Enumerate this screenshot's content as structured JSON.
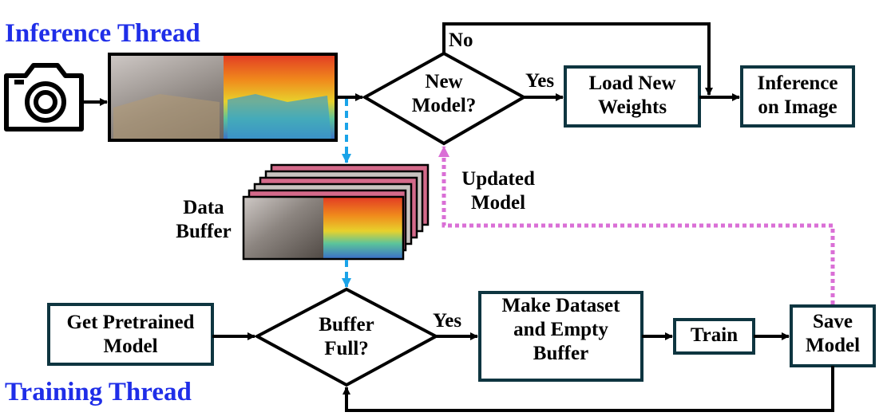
{
  "titles": {
    "inference": "Inference Thread",
    "training": "Training Thread"
  },
  "nodes": {
    "new_model": "New\nModel?",
    "load_weights": "Load New\nWeights",
    "inference_image": "Inference\non Image",
    "data_buffer": "Data\nBuffer",
    "get_pretrained": "Get Pretrained\nModel",
    "buffer_full": "Buffer\nFull?",
    "make_dataset": "Make Dataset\nand Empty\nBuffer",
    "train": "Train",
    "save_model": "Save\nModel"
  },
  "edges": {
    "no": "No",
    "yes_new_model": "Yes",
    "yes_buffer": "Yes",
    "updated_model": "Updated\nModel"
  },
  "icons": {
    "camera": "camera-icon",
    "rgb_depth_frame": "rgb-depth-image-icon",
    "buffer_stack": "image-stack-icon"
  },
  "colors": {
    "title": "#1f2ee8",
    "box_border": "#0e3540",
    "data_arrow": "#1aa3e8",
    "model_arrow": "#da6fd6",
    "line": "#000000"
  }
}
